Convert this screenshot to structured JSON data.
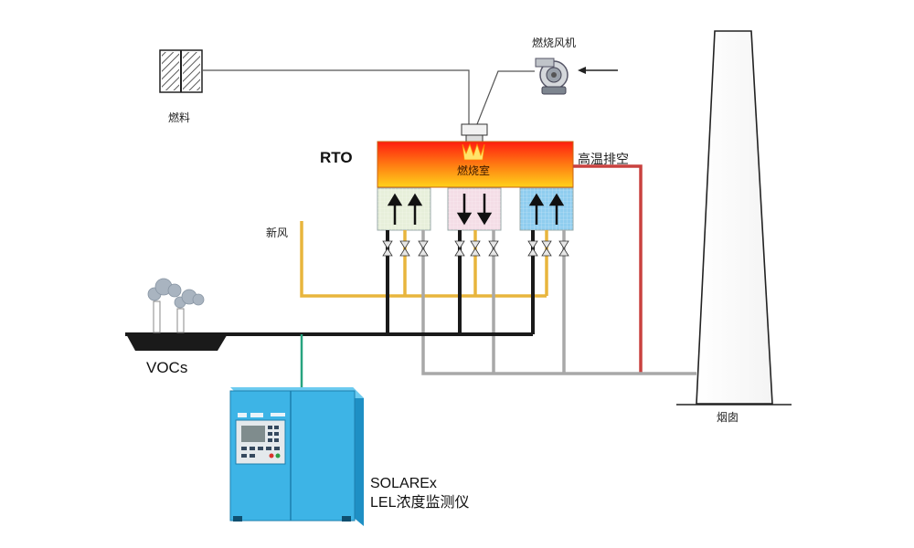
{
  "labels": {
    "fuel": "燃料",
    "burner_fan": "燃烧风机",
    "rto": "RTO",
    "combustion_chamber": "燃烧室",
    "high_temp_exhaust": "高温排空",
    "fresh_air": "新风",
    "vocs": "VOCs",
    "chimney": "烟囱",
    "analyzer_name": "SOLAREx",
    "analyzer_desc": "LEL浓度监测仪"
  },
  "colors": {
    "exhaust_pipe": "#c9413f",
    "fresh_air_pipe": "#e8b53d",
    "voc_pipe": "#1a1a1a",
    "outlet_pipe": "#a8a8a8",
    "analyzer_body": "#3db4e6"
  },
  "beds": [
    {
      "flow": "up",
      "fill": "#e7efda"
    },
    {
      "flow": "down",
      "fill": "#f4dde6"
    },
    {
      "flow": "up",
      "fill": "#8fcdef"
    }
  ]
}
